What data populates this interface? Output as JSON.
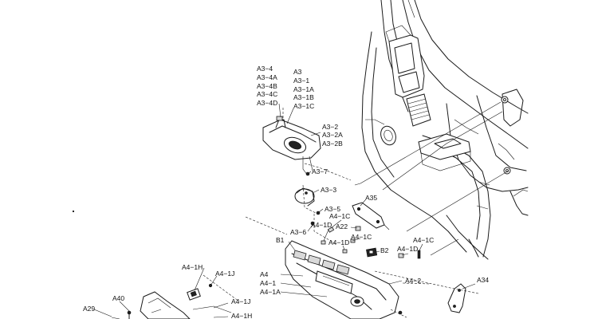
{
  "labels": {
    "a3_4": "A3−4",
    "a3_4a": "A3−4A",
    "a3_4b": "A3−4B",
    "a3_4c": "A3−4C",
    "a3_4d": "A3−4D",
    "a3": "A3",
    "a3_1": "A3−1",
    "a3_1a": "A3−1A",
    "a3_1b": "A3−1B",
    "a3_1c": "A3−1C",
    "a3_2": "A3−2",
    "a3_2a": "A3−2A",
    "a3_2b": "A3−2B",
    "a3_7": "A3−7",
    "a3_3": "A3−3",
    "a3_5": "A3−5",
    "a3_6": "A3−6",
    "a35": "A35",
    "a4_1c_top": "A4−1C",
    "a4_1d_top": "A4−1D",
    "a22": "A22",
    "a4_1c_mid": "A4−1C",
    "a4_1d_mid": "A4−1D",
    "a4_1c_right": "A4−1C",
    "a4_1d_right": "A4−1D",
    "b1": "B1",
    "b2": "B2",
    "a4_1h_top": "A4−1H",
    "a4_1j_top": "A4−1J",
    "a4": "A4",
    "a4_1": "A4−1",
    "a4_1a": "A4−1A",
    "a4_2": "A4−2",
    "a34": "A34",
    "a40": "A40",
    "a29": "A29",
    "a4_1j_bottom": "A4−1J",
    "a4_1h_bottom": "A4−1H"
  }
}
